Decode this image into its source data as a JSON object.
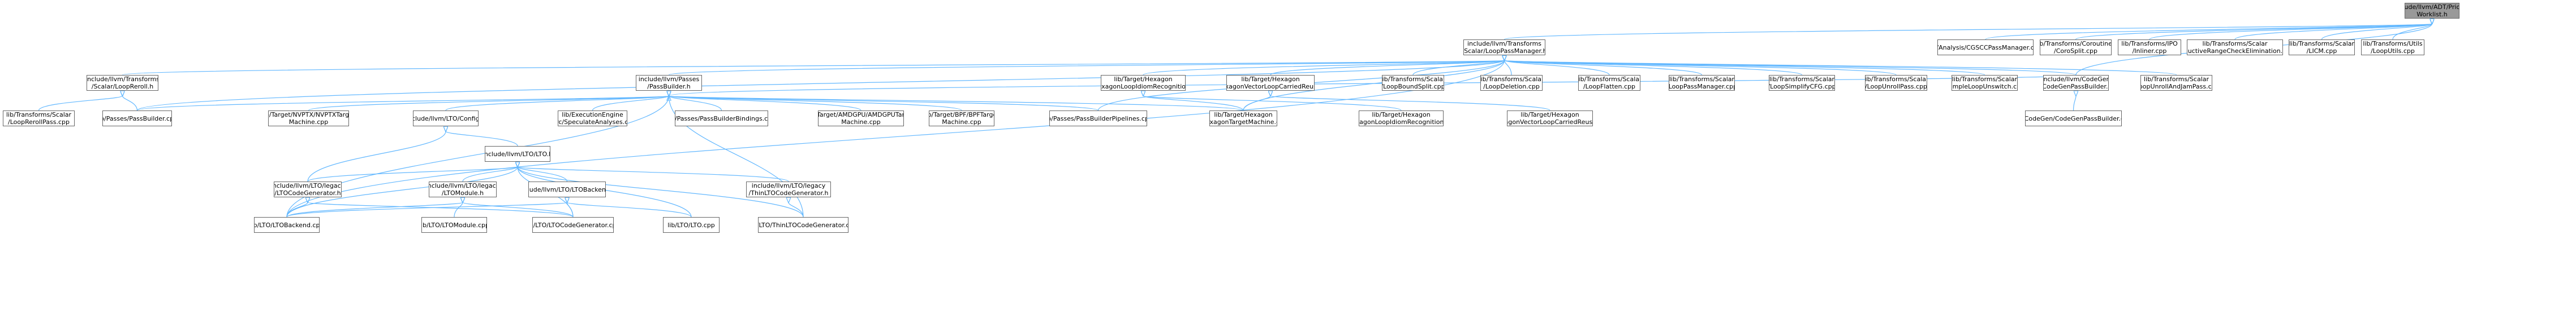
{
  "graph": {
    "nodes": [
      {
        "id": "root",
        "label": "include/llvm/ADT/Priority\nWorklist.h"
      },
      {
        "id": "lpm",
        "label": "include/llvm/Transforms\n/Scalar/LoopPassManager.h"
      },
      {
        "id": "cgscc",
        "label": "lib/Analysis/CGSCCPassManager.cpp"
      },
      {
        "id": "corosplit",
        "label": "lib/Transforms/Coroutines\n/CoroSplit.cpp"
      },
      {
        "id": "inliner",
        "label": "lib/Transforms/IPO\n/Inliner.cpp"
      },
      {
        "id": "irce",
        "label": "lib/Transforms/Scalar\n/InductiveRangeCheckElimination.cpp"
      },
      {
        "id": "licm",
        "label": "lib/Transforms/Scalar\n/LICM.cpp"
      },
      {
        "id": "looputils",
        "label": "lib/Transforms/Utils\n/LoopUtils.cpp"
      },
      {
        "id": "loopreroll_h",
        "label": "include/llvm/Transforms\n/Scalar/LoopReroll.h"
      },
      {
        "id": "passbuilder_h",
        "label": "include/llvm/Passes\n/PassBuilder.h"
      },
      {
        "id": "hexidiom_h",
        "label": "lib/Target/Hexagon\n/HexagonLoopIdiomRecognition.h"
      },
      {
        "id": "hexvlcr_h",
        "label": "lib/Target/Hexagon\n/HexagonVectorLoopCarriedReuse.h"
      },
      {
        "id": "loopboundsplit",
        "label": "lib/Transforms/Scalar\n/LoopBoundSplit.cpp"
      },
      {
        "id": "loopdeletion",
        "label": "lib/Transforms/Scalar\n/LoopDeletion.cpp"
      },
      {
        "id": "loopflatten",
        "label": "lib/Transforms/Scalar\n/LoopFlatten.cpp"
      },
      {
        "id": "looppassmanager",
        "label": "lib/Transforms/Scalar\n/LoopPassManager.cpp"
      },
      {
        "id": "loopsimplifycfg",
        "label": "lib/Transforms/Scalar\n/LoopSimplifyCFG.cpp"
      },
      {
        "id": "loopunrollpass",
        "label": "lib/Transforms/Scalar\n/LoopUnrollPass.cpp"
      },
      {
        "id": "simpleloopunswitch",
        "label": "lib/Transforms/Scalar\n/SimpleLoopUnswitch.cpp"
      },
      {
        "id": "codegenpassbuilder_h",
        "label": "include/llvm/CodeGen\n/CodeGenPassBuilder.h"
      },
      {
        "id": "loopunrollandjam",
        "label": "lib/Transforms/Scalar\n/LoopUnrollAndJamPass.cpp"
      },
      {
        "id": "looprerollpass",
        "label": "lib/Transforms/Scalar\n/LoopRerollPass.cpp"
      },
      {
        "id": "passbuilder_cpp",
        "label": "lib/Passes/PassBuilder.cpp"
      },
      {
        "id": "nvptx",
        "label": "lib/Target/NVPTX/NVPTXTarget\nMachine.cpp"
      },
      {
        "id": "lto_config_h",
        "label": "include/llvm/LTO/Config.h"
      },
      {
        "id": "orc",
        "label": "lib/ExecutionEngine\n/Orc/SpeculateAnalyses.cpp"
      },
      {
        "id": "pbbindings",
        "label": "lib/Passes/PassBuilderBindings.cpp"
      },
      {
        "id": "amdgpu",
        "label": "lib/Target/AMDGPU/AMDGPUTarget\nMachine.cpp"
      },
      {
        "id": "bpf",
        "label": "lib/Target/BPF/BPFTarget\nMachine.cpp"
      },
      {
        "id": "pbpipelines",
        "label": "lib/Passes/PassBuilderPipelines.cpp"
      },
      {
        "id": "hextm",
        "label": "lib/Target/Hexagon\n/HexagonTargetMachine.cpp"
      },
      {
        "id": "hexidiom_cpp",
        "label": "lib/Target/Hexagon\n/HexagonLoopIdiomRecognition.cpp"
      },
      {
        "id": "hexvlcr_cpp",
        "label": "lib/Target/Hexagon\n/HexagonVectorLoopCarriedReuse.cpp"
      },
      {
        "id": "codegenpassbuilder_cpp",
        "label": "lib/CodeGen/CodeGenPassBuilder.cpp"
      },
      {
        "id": "lto_h",
        "label": "include/llvm/LTO/LTO.h"
      },
      {
        "id": "ltocodegen_h",
        "label": "include/llvm/LTO/legacy\n/LTOCodeGenerator.h"
      },
      {
        "id": "ltomodule_h",
        "label": "include/llvm/LTO/legacy\n/LTOModule.h"
      },
      {
        "id": "ltobackend_h",
        "label": "include/llvm/LTO/LTOBackend.h"
      },
      {
        "id": "thinltocg_h",
        "label": "include/llvm/LTO/legacy\n/ThinLTOCodeGenerator.h"
      },
      {
        "id": "ltobackend_cpp",
        "label": "lib/LTO/LTOBackend.cpp"
      },
      {
        "id": "ltomodule_cpp",
        "label": "lib/LTO/LTOModule.cpp"
      },
      {
        "id": "ltocodegen_cpp",
        "label": "lib/LTO/LTOCodeGenerator.cpp"
      },
      {
        "id": "lto_cpp",
        "label": "lib/LTO/LTO.cpp"
      },
      {
        "id": "thinltocg_cpp",
        "label": "lib/LTO/ThinLTOCodeGenerator.cpp"
      }
    ],
    "edges": [
      [
        "root",
        "lpm"
      ],
      [
        "root",
        "cgscc"
      ],
      [
        "root",
        "corosplit"
      ],
      [
        "root",
        "inliner"
      ],
      [
        "root",
        "irce"
      ],
      [
        "root",
        "licm"
      ],
      [
        "root",
        "looputils"
      ],
      [
        "root",
        "codegenpassbuilder_h"
      ],
      [
        "lpm",
        "loopreroll_h"
      ],
      [
        "lpm",
        "passbuilder_h"
      ],
      [
        "lpm",
        "hexidiom_h"
      ],
      [
        "lpm",
        "hexvlcr_h"
      ],
      [
        "lpm",
        "loopboundsplit"
      ],
      [
        "lpm",
        "loopdeletion"
      ],
      [
        "lpm",
        "loopflatten"
      ],
      [
        "lpm",
        "looppassmanager"
      ],
      [
        "lpm",
        "loopsimplifycfg"
      ],
      [
        "lpm",
        "loopunrollpass"
      ],
      [
        "lpm",
        "simpleloopunswitch"
      ],
      [
        "lpm",
        "codegenpassbuilder_h"
      ],
      [
        "lpm",
        "loopunrollandjam"
      ],
      [
        "lpm",
        "passbuilder_cpp"
      ],
      [
        "lpm",
        "pbpipelines"
      ],
      [
        "lpm",
        "hextm"
      ],
      [
        "lpm",
        "ltobackend_cpp"
      ],
      [
        "loopreroll_h",
        "looprerollpass"
      ],
      [
        "loopreroll_h",
        "passbuilder_cpp"
      ],
      [
        "passbuilder_h",
        "passbuilder_cpp"
      ],
      [
        "passbuilder_h",
        "nvptx"
      ],
      [
        "passbuilder_h",
        "lto_config_h"
      ],
      [
        "passbuilder_h",
        "orc"
      ],
      [
        "passbuilder_h",
        "pbbindings"
      ],
      [
        "passbuilder_h",
        "amdgpu"
      ],
      [
        "passbuilder_h",
        "bpf"
      ],
      [
        "passbuilder_h",
        "pbpipelines"
      ],
      [
        "passbuilder_h",
        "hextm"
      ],
      [
        "passbuilder_h",
        "ltobackend_cpp"
      ],
      [
        "passbuilder_h",
        "thinltocg_cpp"
      ],
      [
        "passbuilder_h",
        "codegenpassbuilder_h"
      ],
      [
        "hexidiom_h",
        "hextm"
      ],
      [
        "hexidiom_h",
        "hexidiom_cpp"
      ],
      [
        "hexvlcr_h",
        "hextm"
      ],
      [
        "hexvlcr_h",
        "hexvlcr_cpp"
      ],
      [
        "codegenpassbuilder_h",
        "codegenpassbuilder_cpp"
      ],
      [
        "lto_config_h",
        "lto_h"
      ],
      [
        "lto_config_h",
        "ltocodegen_h"
      ],
      [
        "lto_h",
        "ltocodegen_h"
      ],
      [
        "lto_h",
        "ltomodule_h"
      ],
      [
        "lto_h",
        "ltobackend_h"
      ],
      [
        "lto_h",
        "thinltocg_h"
      ],
      [
        "lto_h",
        "ltobackend_cpp"
      ],
      [
        "lto_h",
        "lto_cpp"
      ],
      [
        "lto_h",
        "ltocodegen_cpp"
      ],
      [
        "lto_h",
        "thinltocg_cpp"
      ],
      [
        "ltocodegen_h",
        "ltobackend_cpp"
      ],
      [
        "ltocodegen_h",
        "ltocodegen_cpp"
      ],
      [
        "ltomodule_h",
        "ltomodule_cpp"
      ],
      [
        "ltomodule_h",
        "ltocodegen_cpp"
      ],
      [
        "ltomodule_h",
        "ltobackend_cpp"
      ],
      [
        "ltobackend_h",
        "ltobackend_cpp"
      ],
      [
        "ltobackend_h",
        "ltocodegen_cpp"
      ],
      [
        "ltobackend_h",
        "lto_cpp"
      ],
      [
        "thinltocg_h",
        "thinltocg_cpp"
      ]
    ]
  }
}
